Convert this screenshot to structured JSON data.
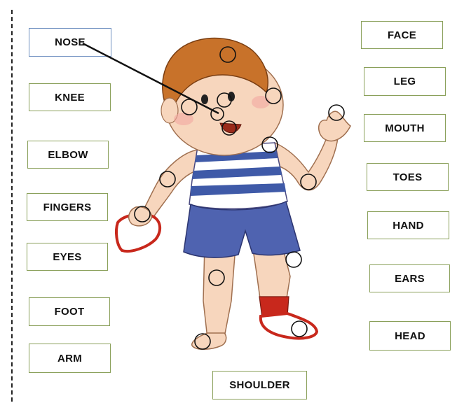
{
  "labels_left": [
    "NOSE",
    "KNEE",
    "ELBOW",
    "FINGERS",
    "EYES",
    "FOOT",
    "ARM"
  ],
  "labels_right": [
    "FACE",
    "LEG",
    "MOUTH",
    "TOES",
    "HAND",
    "EARS",
    "HEAD"
  ],
  "label_bottom": "SHOULDER",
  "colors": {
    "box_border_green": "#8aa05a",
    "box_border_blue": "#6e8fc0",
    "hair": "#c8722a",
    "skin": "#f7d6bd",
    "stripes": "#3f5aa8",
    "shorts": "#4f63b0",
    "sock_red": "#c8281c"
  }
}
